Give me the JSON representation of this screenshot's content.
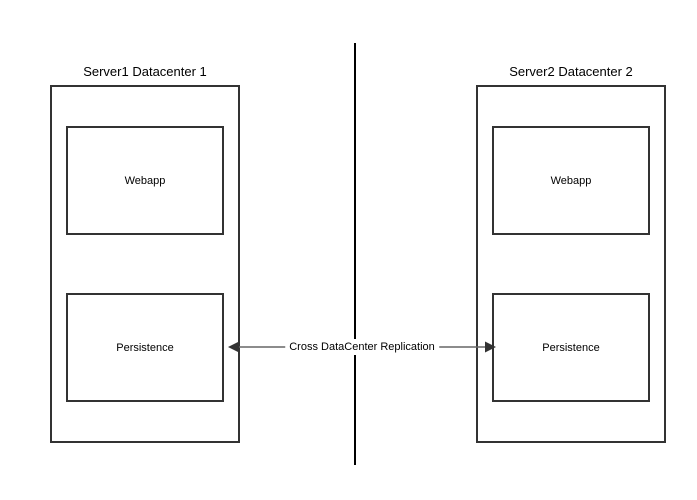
{
  "diagram": {
    "title_left": "Server1 Datacenter 1",
    "title_right": "Server2 Datacenter 2",
    "left_group": {
      "webapp_label": "Webapp",
      "persistence_label": "Persistence"
    },
    "right_group": {
      "webapp_label": "Webapp",
      "persistence_label": "Persistence"
    },
    "connector": {
      "label": "Cross DataCenter Replication",
      "arrow_style": "double-headed"
    },
    "colors": {
      "box_stroke": "#333333",
      "divider_stroke": "#000000",
      "connector_stroke": "#666666",
      "arrowhead_fill": "#333333",
      "text": "#000000",
      "background": "#ffffff"
    }
  }
}
